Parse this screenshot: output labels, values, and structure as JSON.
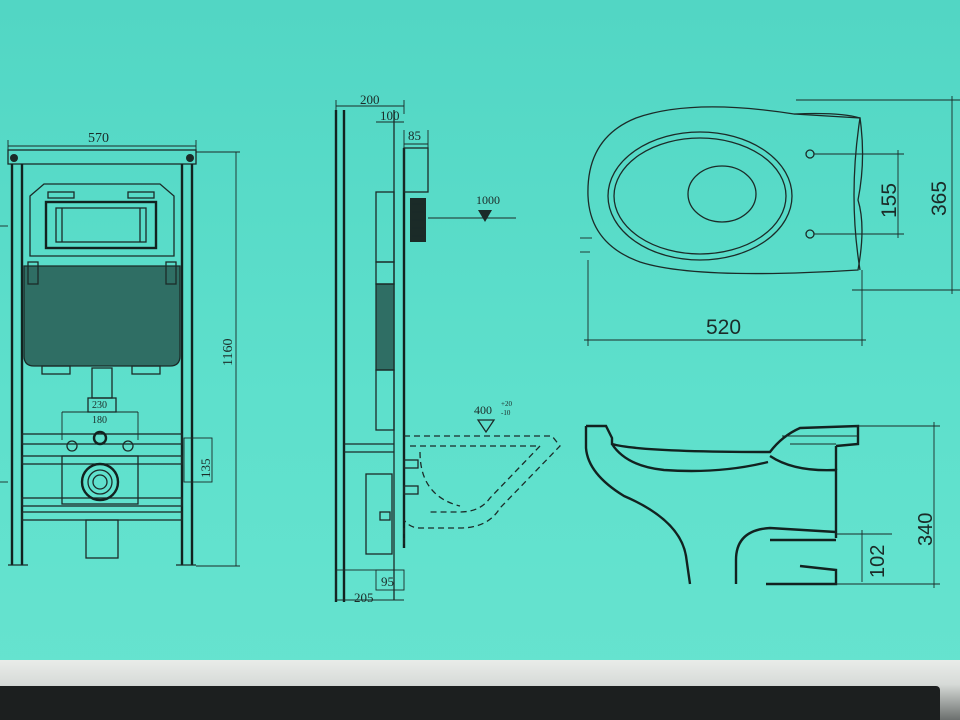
{
  "front_view": {
    "width_label": "570",
    "height_label": "1160",
    "dim_230": "230",
    "dim_180": "180",
    "dim_135": "135"
  },
  "side_view": {
    "dim_200": "200",
    "dim_100": "100",
    "dim_85": "85",
    "level_1000": "1000",
    "level_400": "400",
    "tol_plus": "+20",
    "tol_minus": "-10",
    "dim_95": "95",
    "dim_205": "205"
  },
  "top_view": {
    "dim_520": "520",
    "dim_155": "155",
    "dim_365": "365"
  },
  "bowl_side": {
    "dim_340": "340",
    "dim_102": "102"
  },
  "colors": {
    "background": "#5fdcc8",
    "line": "#1b2b28",
    "panel": "#2f6e64"
  }
}
